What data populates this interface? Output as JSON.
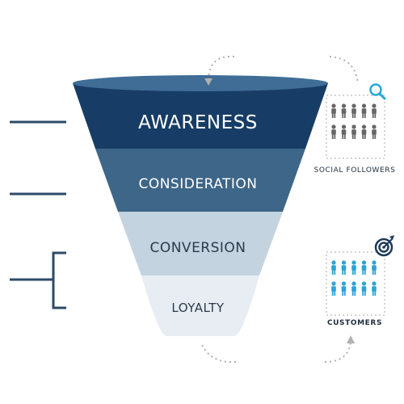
{
  "funnel": {
    "stages": [
      {
        "label": "AWARENESS",
        "color": "#173d66"
      },
      {
        "label": "CONSIDERATION",
        "color": "#3d6688"
      },
      {
        "label": "CONVERSION",
        "color": "#c4d3e0"
      },
      {
        "label": "LOYALTY",
        "color": "#e8edf3"
      }
    ],
    "rim_color": "#3f6d96"
  },
  "side_panels": {
    "social": {
      "caption": "SOCIAL FOLLOWERS",
      "people_color": "#666666",
      "icon": "magnifier-icon",
      "icon_color": "#29a8d9"
    },
    "customers": {
      "caption": "CUSTOMERS",
      "people_color": "#2ba3d6",
      "icon": "target-icon",
      "icon_color": "#1e3a5a"
    }
  },
  "bracket_color": "#2e4a68",
  "flow_arrow_color": "#b0b0b0"
}
